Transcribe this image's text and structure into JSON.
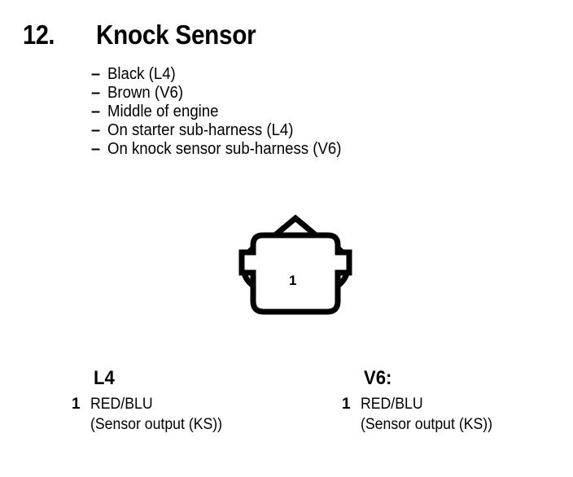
{
  "header": {
    "number": "12.",
    "title": "Knock Sensor"
  },
  "notes": [
    {
      "dash": "–",
      "text": "Black (L4)"
    },
    {
      "dash": "–",
      "text": "Brown (V6)"
    },
    {
      "dash": "–",
      "text": "Middle of engine"
    },
    {
      "dash": "–",
      "text": "On starter sub-harness (L4)"
    },
    {
      "dash": "–",
      "text": "On knock sensor sub-harness (V6)"
    }
  ],
  "connector": {
    "icon": "electrical-connector-icon",
    "pin_label": "1",
    "stroke_color": "#000000",
    "fill_color": "#ffffff"
  },
  "legend": {
    "columns": [
      {
        "heading": "L4",
        "rows": [
          {
            "pin": "1",
            "wire": "RED/BLU",
            "description": "(Sensor output (KS))"
          }
        ]
      },
      {
        "heading": "V6:",
        "rows": [
          {
            "pin": "1",
            "wire": "RED/BLU",
            "description": "(Sensor output (KS))"
          }
        ]
      }
    ]
  }
}
